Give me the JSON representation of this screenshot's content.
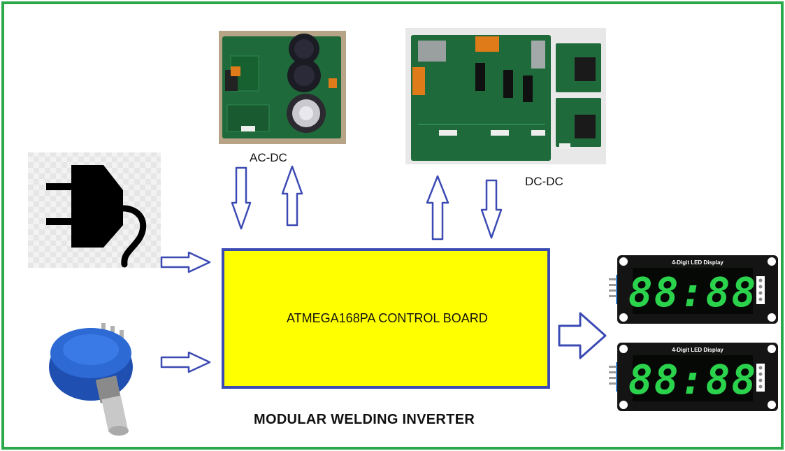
{
  "title": "MODULAR WELDING INVERTER",
  "control_board": {
    "label": "ATMEGA168PA CONTROL BOARD",
    "fill": "#ffff00",
    "border": "#3c4bb4"
  },
  "modules": {
    "ac_dc": {
      "label": "AC-DC"
    },
    "dc_dc": {
      "label": "DC-DC"
    }
  },
  "displays": [
    {
      "caption": "4-Digit LED Display",
      "digits": "88:88"
    },
    {
      "caption": "4-Digit LED Display",
      "digits": "88:88"
    }
  ],
  "inputs": {
    "power": "power-plug-icon",
    "pot": "potentiometer-icon"
  },
  "colors": {
    "frame": "#2aa84a",
    "arrow": "#3c4bb4",
    "segment": "#2bd34d",
    "pcb": "#1f6a3a"
  }
}
